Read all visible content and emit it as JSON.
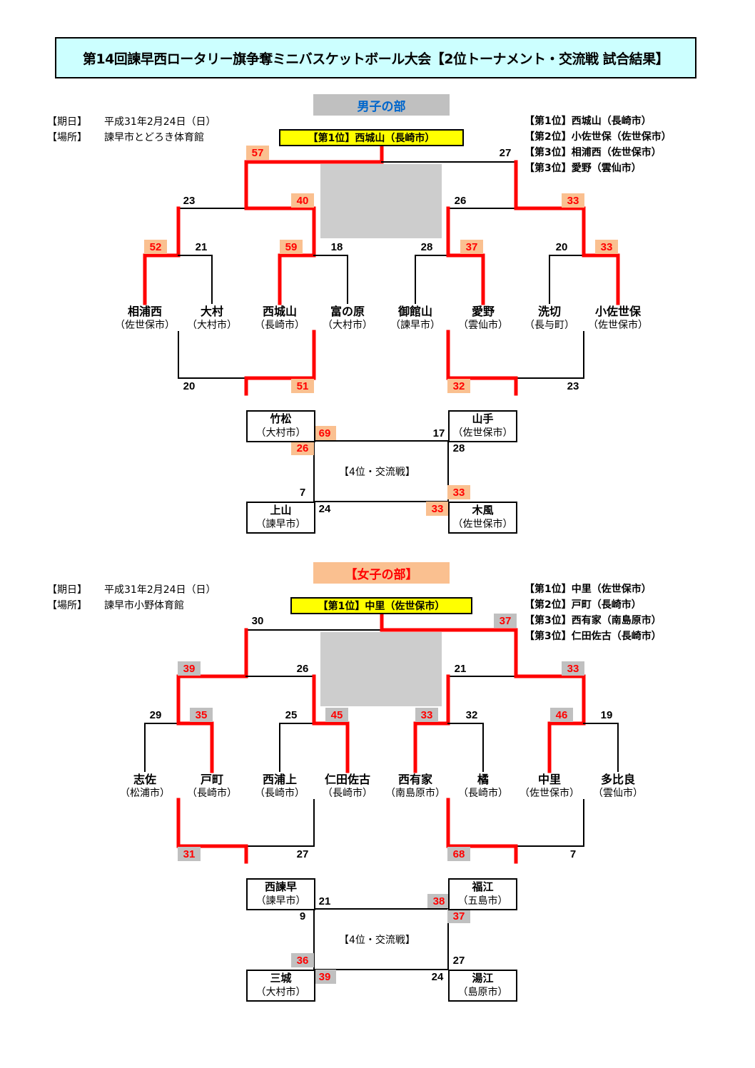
{
  "title": "第14回諫早西ロータリー旗争奪ミニバスケットボール大会【2位トーナメント・交流戦 試合結果】",
  "colors": {
    "red": "#ff0000",
    "men_highlight": "#fac090",
    "women_highlight": "#c0c0c0",
    "title_bg": "#ccffff",
    "banner": "#ffff00",
    "men_header_text": "#0066cc"
  },
  "men": {
    "header": "男子の部",
    "date_label": "【期日】",
    "date": "平成31年2月24日（日）",
    "venue_label": "【場所】",
    "venue": "諫早市とどろき体育館",
    "champion_banner": "【第1位】西城山（長崎市）",
    "results": [
      "【第1位】西城山（長崎市）",
      "【第2位】小佐世保（佐世保市）",
      "【第3位】相浦西（佐世保市）",
      "【第3位】愛野（雲仙市）"
    ],
    "teams": [
      {
        "name": "相浦西",
        "city": "（佐世保市）"
      },
      {
        "name": "大村",
        "city": "（大村市）"
      },
      {
        "name": "西城山",
        "city": "（長崎市）"
      },
      {
        "name": "富の原",
        "city": "（大村市）"
      },
      {
        "name": "御館山",
        "city": "（諫早市）"
      },
      {
        "name": "愛野",
        "city": "（雲仙市）"
      },
      {
        "name": "洗切",
        "city": "（長与町）"
      },
      {
        "name": "小佐世保",
        "city": "（佐世保市）"
      }
    ],
    "round1_scores": [
      {
        "v": "52",
        "w": true
      },
      {
        "v": "21",
        "w": false
      },
      {
        "v": "59",
        "w": true
      },
      {
        "v": "18",
        "w": false
      },
      {
        "v": "28",
        "w": false
      },
      {
        "v": "37",
        "w": true
      },
      {
        "v": "20",
        "w": false
      },
      {
        "v": "33",
        "w": true
      }
    ],
    "semifinal_scores": [
      {
        "v": "23",
        "w": false
      },
      {
        "v": "40",
        "w": true
      },
      {
        "v": "26",
        "w": false
      },
      {
        "v": "33",
        "w": true
      }
    ],
    "final_scores": [
      {
        "v": "57",
        "w": true
      },
      {
        "v": "27",
        "w": false
      }
    ],
    "lower_scores": [
      {
        "v": "20",
        "w": false
      },
      {
        "v": "51",
        "w": true
      },
      {
        "v": "32",
        "w": true
      },
      {
        "v": "23",
        "w": false
      }
    ],
    "consolation": {
      "label": "【4位・交流戦】",
      "teams": [
        {
          "name": "竹松",
          "city": "（大村市）"
        },
        {
          "name": "山手",
          "city": "（佐世保市）"
        },
        {
          "name": "上山",
          "city": "（諫早市）"
        },
        {
          "name": "木風",
          "city": "（佐世保市）"
        }
      ],
      "scores": [
        {
          "v": "69",
          "w": true
        },
        {
          "v": "17",
          "w": false
        },
        {
          "v": "26",
          "w": true
        },
        {
          "v": "28",
          "w": false
        },
        {
          "v": "7",
          "w": false
        },
        {
          "v": "33",
          "w": true
        },
        {
          "v": "24",
          "w": false
        },
        {
          "v": "33",
          "w": true
        }
      ]
    }
  },
  "women": {
    "header": "【女子の部】",
    "date_label": "【期日】",
    "date": "平成31年2月24日（日）",
    "venue_label": "【場所】",
    "venue": "諫早市小野体育館",
    "champion_banner": "【第1位】中里（佐世保市）",
    "results": [
      "【第1位】中里（佐世保市）",
      "【第2位】戸町（長崎市）",
      "【第3位】西有家（南島原市）",
      "【第3位】仁田佐古（長崎市）"
    ],
    "teams": [
      {
        "name": "志佐",
        "city": "（松浦市）"
      },
      {
        "name": "戸町",
        "city": "（長崎市）"
      },
      {
        "name": "西浦上",
        "city": "（長崎市）"
      },
      {
        "name": "仁田佐古",
        "city": "（長崎市）"
      },
      {
        "name": "西有家",
        "city": "（南島原市）"
      },
      {
        "name": "橘",
        "city": "（長崎市）"
      },
      {
        "name": "中里",
        "city": "（佐世保市）"
      },
      {
        "name": "多比良",
        "city": "（雲仙市）"
      }
    ],
    "round1_scores": [
      {
        "v": "29",
        "w": false
      },
      {
        "v": "35",
        "w": true
      },
      {
        "v": "25",
        "w": false
      },
      {
        "v": "45",
        "w": true
      },
      {
        "v": "33",
        "w": true
      },
      {
        "v": "32",
        "w": false
      },
      {
        "v": "46",
        "w": true
      },
      {
        "v": "19",
        "w": false
      }
    ],
    "semifinal_scores": [
      {
        "v": "39",
        "w": true
      },
      {
        "v": "26",
        "w": false
      },
      {
        "v": "21",
        "w": false
      },
      {
        "v": "33",
        "w": true
      }
    ],
    "final_scores": [
      {
        "v": "30",
        "w": false
      },
      {
        "v": "37",
        "w": true
      }
    ],
    "lower_scores": [
      {
        "v": "31",
        "w": true
      },
      {
        "v": "27",
        "w": false
      },
      {
        "v": "68",
        "w": true
      },
      {
        "v": "7",
        "w": false
      }
    ],
    "consolation": {
      "label": "【4位・交流戦】",
      "teams": [
        {
          "name": "西諫早",
          "city": "（諫早市）"
        },
        {
          "name": "福江",
          "city": "（五島市）"
        },
        {
          "name": "三城",
          "city": "（大村市）"
        },
        {
          "name": "湯江",
          "city": "（島原市）"
        }
      ],
      "scores": [
        {
          "v": "21",
          "w": false
        },
        {
          "v": "38",
          "w": true
        },
        {
          "v": "9",
          "w": false
        },
        {
          "v": "37",
          "w": true
        },
        {
          "v": "36",
          "w": true
        },
        {
          "v": "27",
          "w": false
        },
        {
          "v": "39",
          "w": true
        },
        {
          "v": "24",
          "w": false
        }
      ]
    }
  }
}
